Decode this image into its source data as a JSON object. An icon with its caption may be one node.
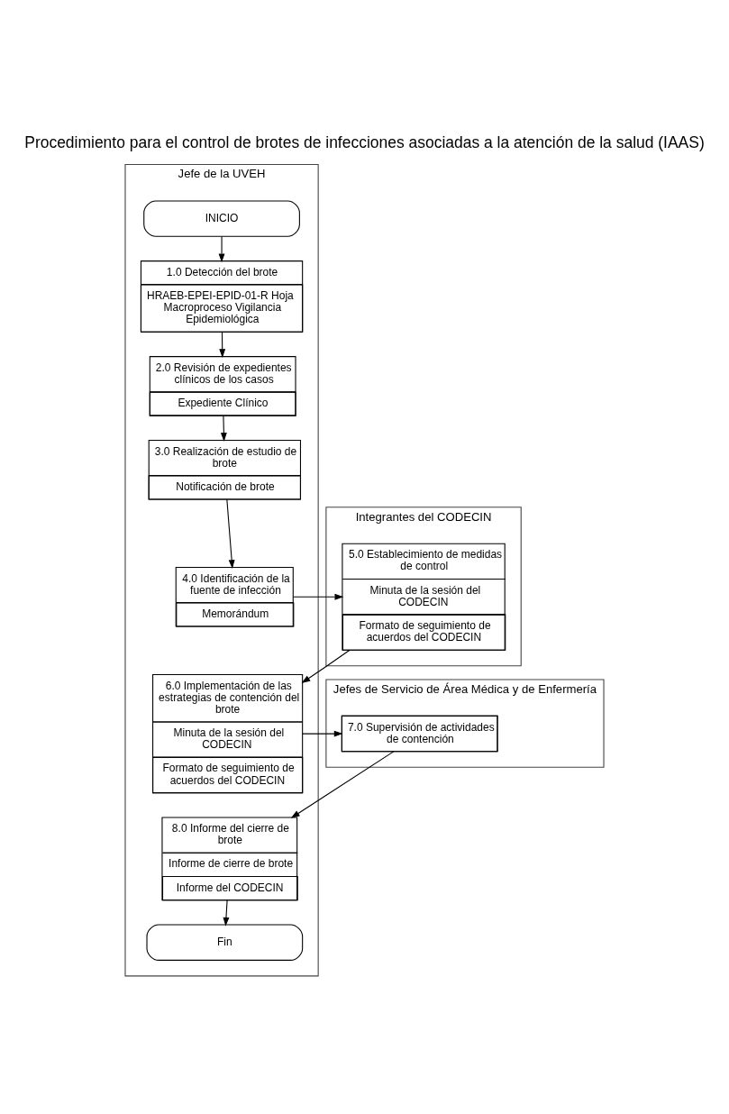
{
  "diagram": {
    "title": "Procedimiento para el control de brotes de infecciones asociadas a la atención de la salud (IAAS)",
    "nodes": [
      {
        "text": [
          "Jefe de la UVEH"
        ]
      },
      {
        "text": [
          "Integrantes del CODECIN"
        ]
      },
      {
        "text": [
          "Jefes de Servicio de Área Médica y de Enfermería"
        ]
      },
      {
        "text": [
          "INICIO"
        ],
        "in": 0
      },
      {
        "text": [
          "1.0 Detección del brote",
          "HRAEB-EPEI-EPID-01-R Hoja Macroproceso Vigilancia Epidemiológica"
        ],
        "in": 0
      },
      {
        "text": [
          "2.0 Revisión de expedientes clínicos de los casos",
          "Expediente Clínico"
        ],
        "in": 0
      },
      {
        "text": [
          "3.0 Realización de estudio de brote",
          "Notificación de brote"
        ],
        "in": 0
      },
      {
        "text": [
          "4.0 Identificación de la fuente de infección",
          "Memorándum"
        ],
        "in": 0
      },
      {
        "text": [
          "5.0 Establecimiento de medidas de control",
          "Minuta de la sesión del CODECIN",
          "Formato de seguimiento de acuerdos del CODECIN"
        ],
        "in": 1
      },
      {
        "text": [
          "6.0 Implementación de las estrategias de contención del brote",
          "Minuta de la sesión del CODECIN",
          "Formato de seguimiento de acuerdos del CODECIN"
        ],
        "in": 0
      },
      {
        "text": [
          "7.0 Supervisión de actividades de contención"
        ],
        "in": 2
      },
      {
        "text": [
          "8.0 Informe del cierre de brote",
          "Informe de cierre de brote",
          "Informe del CODECIN"
        ],
        "in": 0
      },
      {
        "text": [
          "Fin"
        ],
        "in": 0
      }
    ],
    "edges": [
      {
        "from": 3,
        "to": 4,
        "arrow": "to"
      },
      {
        "from": 4,
        "to": 5,
        "arrow": "to"
      },
      {
        "from": 5,
        "to": 6,
        "arrow": "to"
      },
      {
        "from": 6,
        "to": 7,
        "arrow": "to"
      },
      {
        "from": 7,
        "to": 8,
        "arrow": "to"
      },
      {
        "from": 8,
        "to": 9,
        "arrow": "to"
      },
      {
        "from": 9,
        "to": 10,
        "arrow": "to"
      },
      {
        "from": 10,
        "to": 11,
        "arrow": "to"
      },
      {
        "from": 11,
        "to": 12,
        "arrow": "to"
      }
    ]
  }
}
